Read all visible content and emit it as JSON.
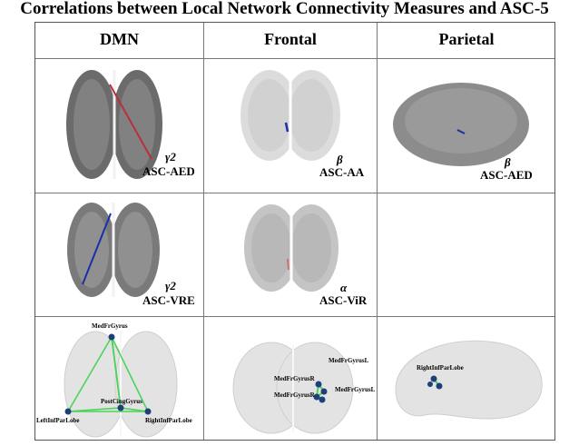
{
  "title": "Correlations between Local Network Connectivity Measures and ASC-5",
  "columns": [
    "DMN",
    "Frontal",
    "Parietal"
  ],
  "row1": {
    "dmn": {
      "greek": "γ2",
      "label": "ASC-AED"
    },
    "frontal": {
      "greek": "β",
      "label": "ASC-AA"
    },
    "parietal": {
      "greek": "β",
      "label": "ASC-AED"
    }
  },
  "row2": {
    "dmn": {
      "greek": "γ2",
      "label": "ASC-VRE"
    },
    "frontal": {
      "greek": "α",
      "label": "ASC-ViR"
    }
  },
  "row3": {
    "dmn_nodes": [
      "MedFrGyrus",
      "PostCingGyrus",
      "LeftInfParLobe",
      "RightInfParLobe"
    ],
    "frontal_nodes": [
      "MedFrGyrusL",
      "MedFrGyrusR",
      "MedFrGyrusR",
      "MedFrGyrusL"
    ],
    "parietal_nodes": [
      "RightInfParLobe"
    ]
  },
  "colors": {
    "edge_red": "#b8303a",
    "edge_blue": "#1a2fa8",
    "edge_green": "#4cd35a",
    "node_blue": "#1f3f7a"
  }
}
